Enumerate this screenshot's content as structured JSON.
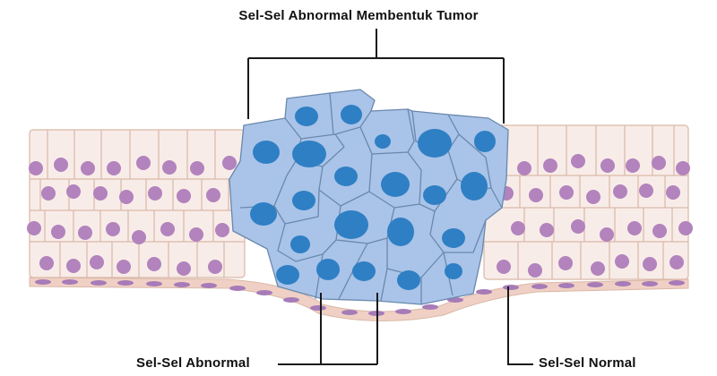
{
  "diagram": {
    "title": "Sel-Sel Abnormal Membentuk Tumor",
    "labels": {
      "abnormal_cells": "Sel-Sel Abnormal",
      "normal_cells": "Sel-Sel Normal"
    },
    "colors": {
      "normal_cell_fill": "#f8ece8",
      "normal_cell_border": "#d9b8a8",
      "normal_nucleus": "#b283bd",
      "basal_layer_fill": "#f0d0c4",
      "basal_nucleus": "#a67bb8",
      "tumor_cell_fill": "#a9c4e8",
      "tumor_cell_border": "#6a88ad",
      "tumor_nucleus": "#2f7fc4",
      "leader_line": "#1a1a1a"
    },
    "components": [
      "normal epithelial tissue",
      "tumor mass of abnormal cells",
      "basal membrane layer"
    ]
  }
}
